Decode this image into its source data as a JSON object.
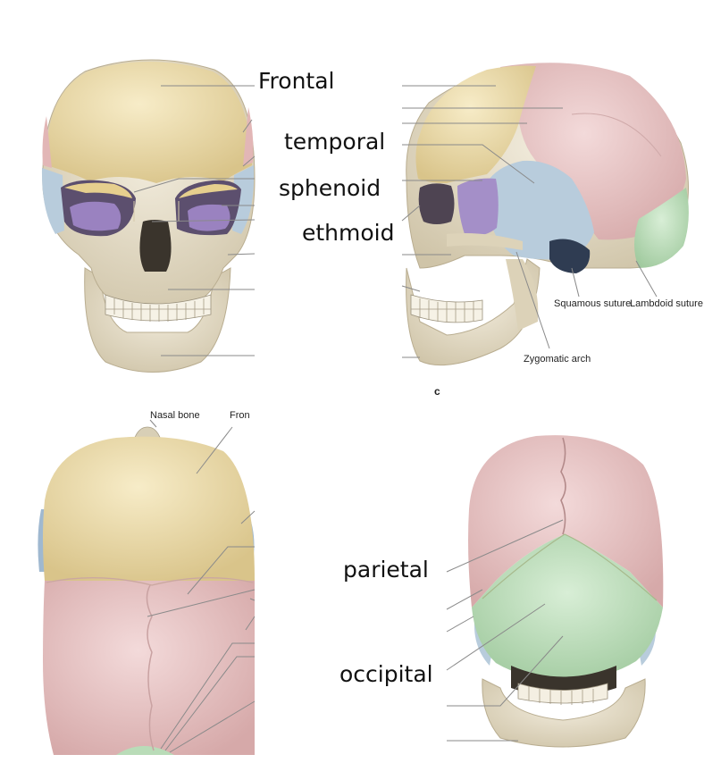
{
  "labels": {
    "frontal": "Frontal",
    "temporal": "temporal",
    "sphenoid": "sphenoid",
    "ethmoid": "ethmoid",
    "parietal": "parietal",
    "occipital": "occipital"
  },
  "printed": {
    "squamous_suture": "Squamous suture",
    "lambdoid_suture": "Lambdoid suture",
    "zygomatic_arch": "Zygomatic arch",
    "panel_c": "c",
    "nasal_bone": "Nasal bone",
    "frontal_cut": "Fron"
  },
  "colors": {
    "frontal": "#eed9a0",
    "parietal": "#e8c4c4",
    "temporal": "#b8ccdc",
    "sphenoid": "#a48fc8",
    "occipital": "#b9dcb8",
    "bone": "#e8e0cc",
    "shadow": "#3a342c",
    "leader": "#888888"
  }
}
